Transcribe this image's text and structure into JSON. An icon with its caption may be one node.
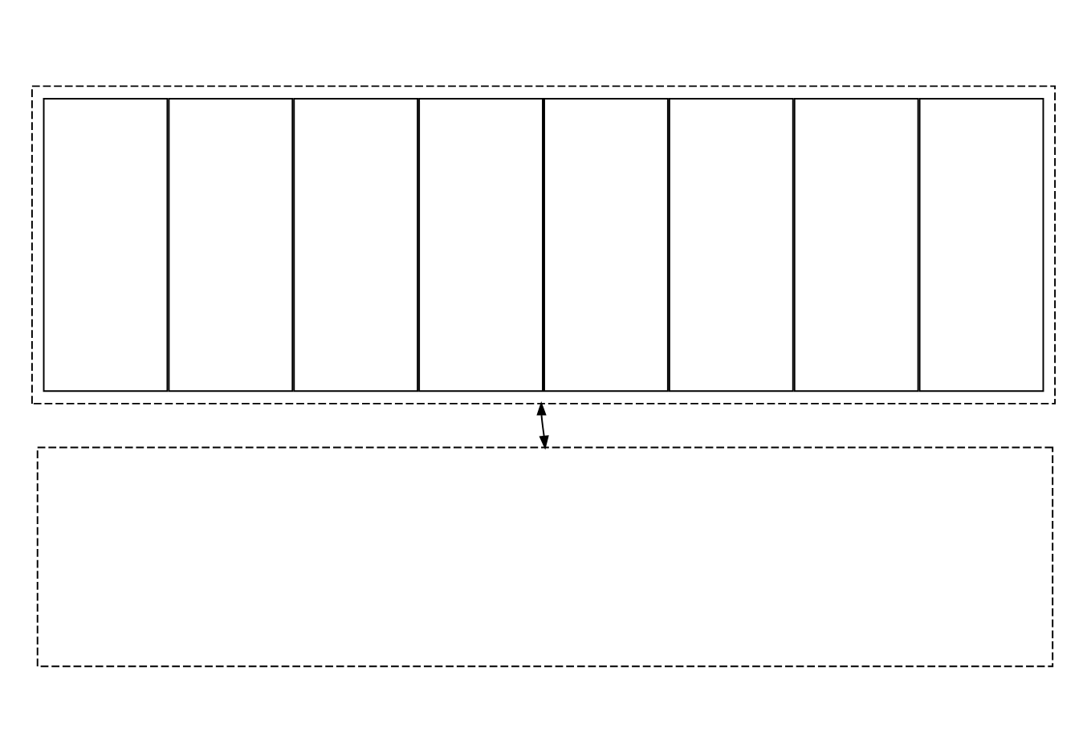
{
  "diagram": {
    "nodes": [
      {
        "text": [],
        "shape": "box"
      },
      {
        "text": [],
        "shape": "box",
        "in": 0
      },
      {
        "text": [],
        "shape": "box",
        "in": 0
      },
      {
        "text": [],
        "shape": "box",
        "in": 0
      },
      {
        "text": [],
        "shape": "box",
        "in": 0
      },
      {
        "text": [],
        "shape": "box",
        "in": 0
      },
      {
        "text": [],
        "shape": "box",
        "in": 0
      },
      {
        "text": [],
        "shape": "box",
        "in": 0
      },
      {
        "text": [],
        "shape": "box",
        "in": 0
      },
      {
        "text": [],
        "shape": "box"
      }
    ],
    "edges": [
      {
        "from": 0,
        "to": 9,
        "arrow": "both"
      }
    ]
  }
}
